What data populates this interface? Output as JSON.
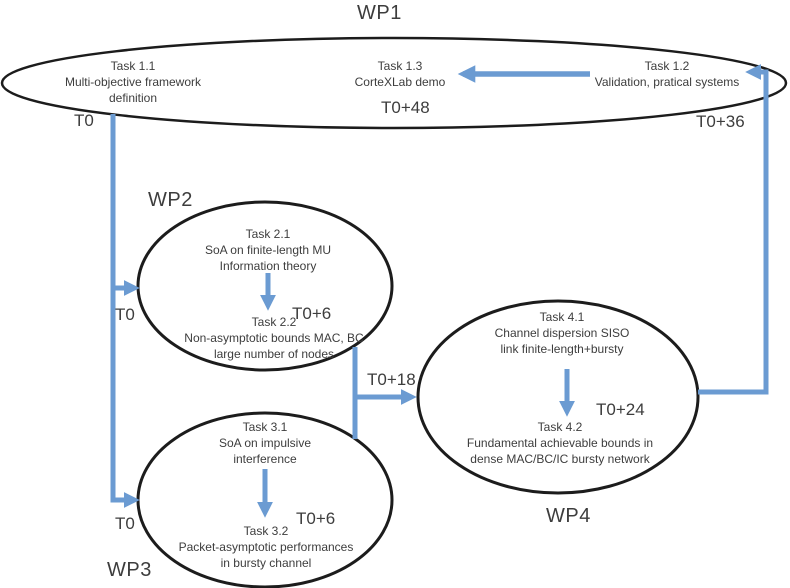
{
  "wps": {
    "wp1": {
      "label": "WP1",
      "task11": {
        "title": "Task 1.1",
        "desc": "Multi-objective framework\ndefinition"
      },
      "task13": {
        "title": "Task 1.3",
        "desc": "CorteXLab demo"
      },
      "task12": {
        "title": "Task 1.2",
        "desc": "Validation, pratical systems"
      }
    },
    "wp2": {
      "label": "WP2",
      "task21": {
        "title": "Task 2.1",
        "desc": "SoA on finite-length MU\nInformation theory"
      },
      "task22": {
        "title": "Task 2.2",
        "desc": "Non-asymptotic bounds MAC, BC\nlarge number of nodes"
      }
    },
    "wp3": {
      "label": "WP3",
      "task31": {
        "title": "Task 3.1",
        "desc": "SoA on impulsive\ninterference"
      },
      "task32": {
        "title": "Task 3.2",
        "desc": "Packet-asymptotic performances\nin bursty channel"
      }
    },
    "wp4": {
      "label": "WP4",
      "task41": {
        "title": "Task 4.1",
        "desc": "Channel dispersion SISO\nlink finite-length+bursty"
      },
      "task42": {
        "title": "Task 4.2",
        "desc": "Fundamental achievable bounds in\ndense MAC/BC/IC bursty network"
      }
    }
  },
  "milestones": {
    "wp1_start": "T0",
    "wp1_task13_done": "T0+48",
    "wp1_task12_done": "T0+36",
    "wp2_start": "T0",
    "wp2_task22_done": "T0+6",
    "wp23_to_wp4": "T0+18",
    "wp3_start": "T0",
    "wp3_task32_done": "T0+6",
    "wp4_task42_done": "T0+24"
  },
  "colors": {
    "arrow_blue": "#6b9bd2",
    "ellipse_stroke": "#1c1c1c",
    "text": "#3d3d3d"
  }
}
